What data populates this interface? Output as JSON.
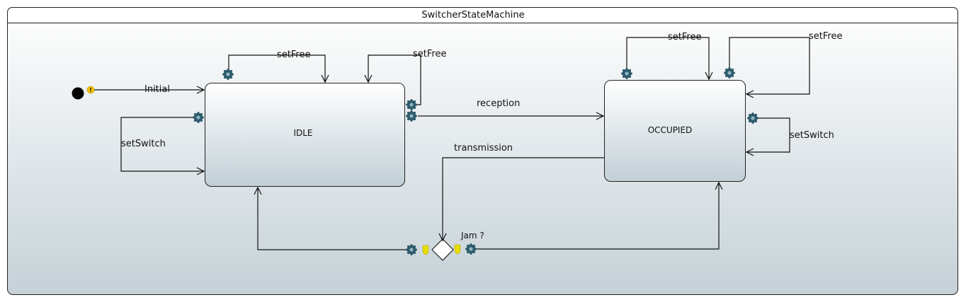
{
  "diagram": {
    "title": "SwitcherStateMachine",
    "states": {
      "idle": "IDLE",
      "occupied": "OCCUPIED"
    },
    "transitions": {
      "initial": "Initial",
      "idle_setfree_top": "setFree",
      "idle_setfree_right": "setFree",
      "idle_setswitch": "setSwitch",
      "reception": "reception",
      "transmission": "transmission",
      "occupied_setfree_left": "setFree",
      "occupied_setfree_right": "setFree",
      "occupied_setswitch": "setSwitch"
    },
    "choice": {
      "guard": "Jam ?"
    },
    "colors": {
      "state_top": "#ffffff",
      "state_bottom": "#c2cfd6",
      "frame_bottom": "#c5d1d7",
      "gear": "#2d5a6b",
      "guard_marker": "#e6dc00",
      "warning_marker": "#f5c400"
    },
    "icons": [
      "gear-icon",
      "warning-icon",
      "guard-marker-icon"
    ]
  }
}
